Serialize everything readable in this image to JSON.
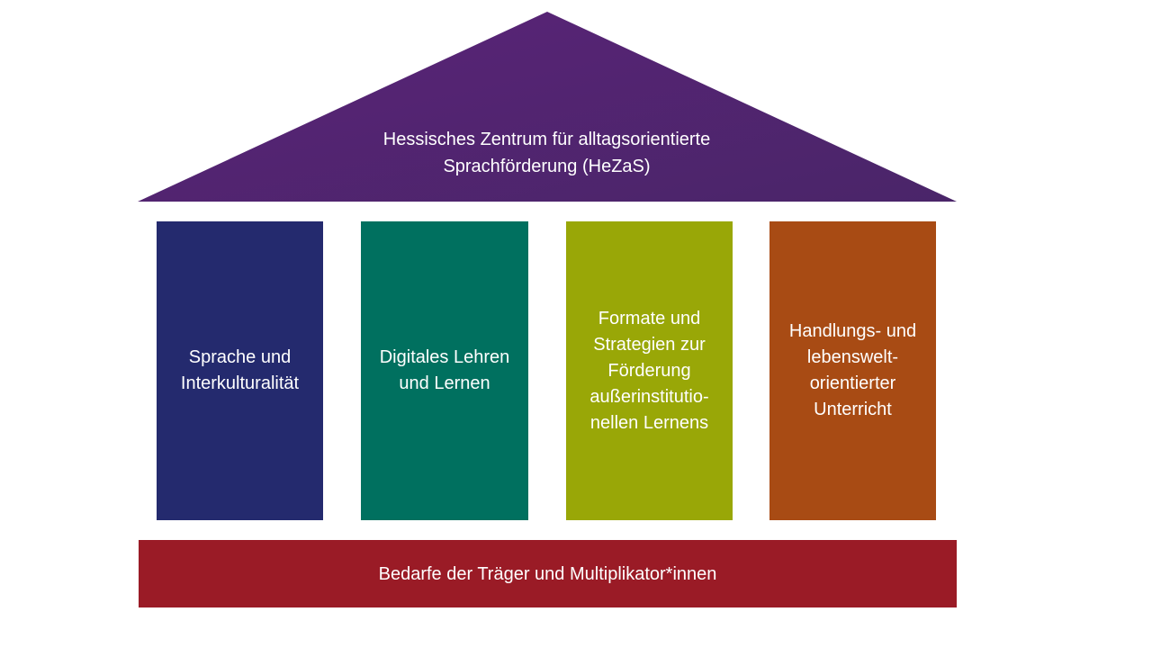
{
  "colors": {
    "roof_start": "#5a2478",
    "roof_end": "#4a2569",
    "pillar_1": "#242a6e",
    "pillar_2": "#00705f",
    "pillar_3": "#99a707",
    "pillar_4": "#a84b14",
    "base": "#9a1b26",
    "text": "#ffffff"
  },
  "roof": {
    "lines": [
      "Hessisches Zentrum für alltagsorientierte",
      "Sprachförderung (HeZaS)"
    ]
  },
  "pillars": [
    {
      "lines": [
        "Sprache und",
        "Interkulturalität"
      ]
    },
    {
      "lines": [
        "Digitales Lehren",
        "und Lernen"
      ]
    },
    {
      "lines": [
        "Formate und",
        "Strategien zur",
        "Förderung",
        "außerinstitutio-",
        "nellen Lernens"
      ]
    },
    {
      "lines": [
        "Handlungs- und",
        "lebenswelt-",
        "orientierter",
        "Unterricht"
      ]
    }
  ],
  "base": {
    "label": "Bedarfe der Träger und Multiplikator*innen"
  }
}
